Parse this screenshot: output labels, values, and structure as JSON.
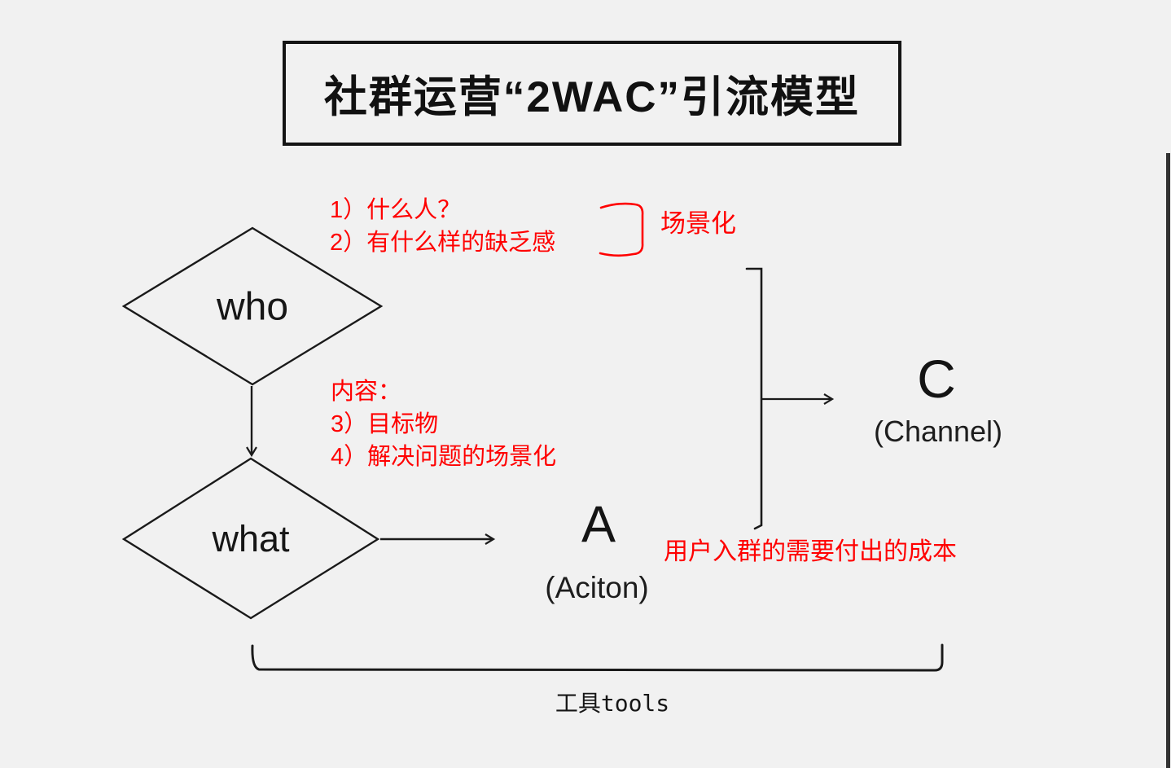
{
  "title": {
    "text": "社群运营“2WAC”引流模型"
  },
  "nodes": {
    "who": {
      "label": "who"
    },
    "what": {
      "label": "what"
    },
    "action": {
      "letter": "A",
      "sub": "(Aciton)"
    },
    "channel": {
      "letter": "C",
      "sub": "(Channel)"
    }
  },
  "annotations": {
    "who_point_1": "1）什么人？",
    "who_point_2": "2）有什么样的缺乏感",
    "scenario_label": "场景化",
    "content_heading": "内容：",
    "content_point_3": "3）目标物",
    "content_point_4": "4）解决问题的场景化",
    "cost_note": "用户入群的需要付出的成本",
    "tools_label": "工具tools"
  },
  "colors": {
    "annotation_red": "#ff0000",
    "ink_black": "#1a1a1a",
    "background": "#f1f1f1"
  }
}
